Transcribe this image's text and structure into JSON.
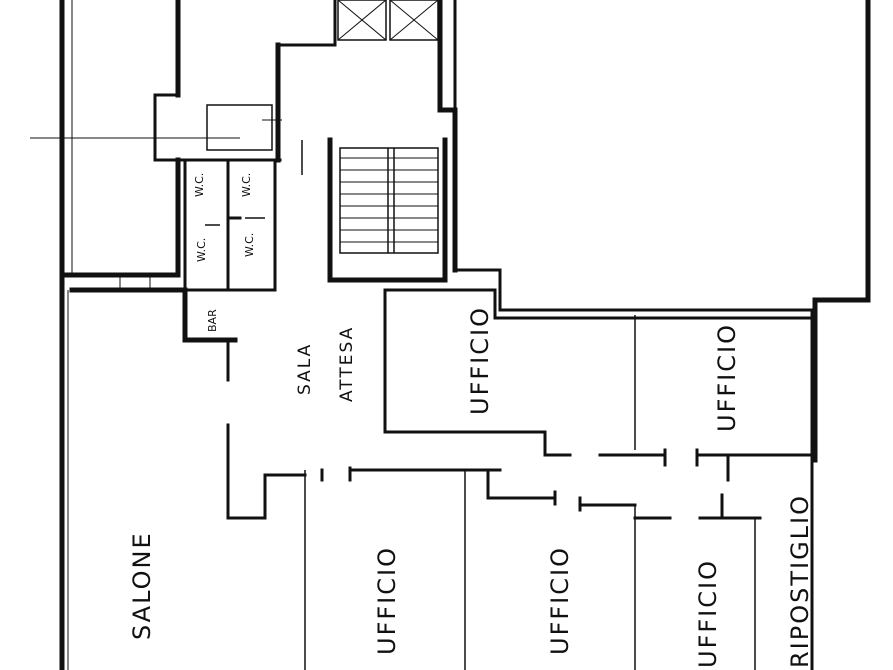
{
  "rooms": {
    "salone": "SALONE",
    "sala": "SALA",
    "attesa": "ATTESA",
    "ufficio_1": "UFFICIO",
    "ufficio_2": "UFFICIO",
    "ufficio_3": "UFFICIO",
    "ufficio_4": "UFFICIO",
    "ufficio_5": "UFFICIO",
    "ripostiglio": "RIPOSTIGLIO",
    "wc_1": "W.C.",
    "wc_2": "W.C.",
    "wc_3": "W.C.",
    "wc_4": "W.C.",
    "bar": "BAR"
  }
}
